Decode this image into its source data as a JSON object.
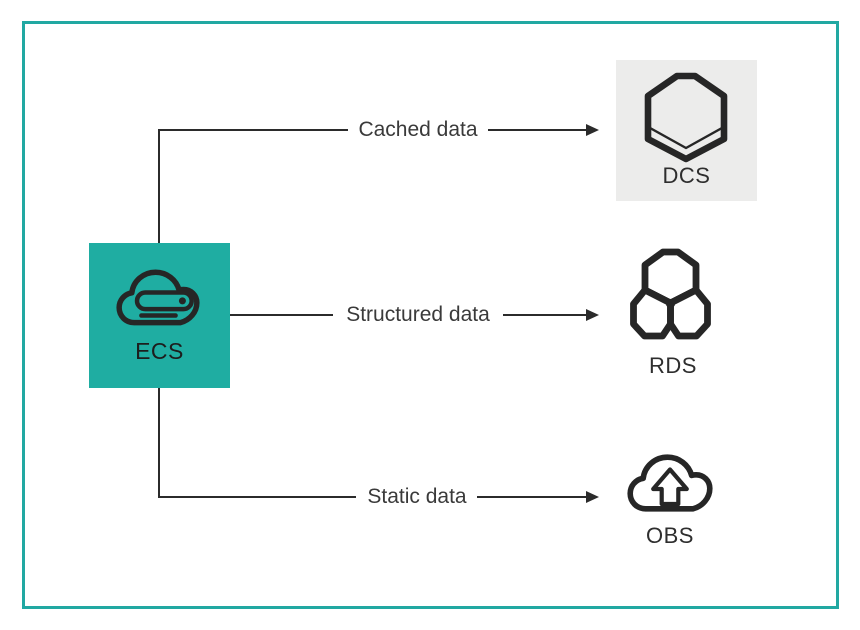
{
  "diagram": {
    "source": {
      "name": "ECS",
      "icon": "cloud-server-icon"
    },
    "flows": [
      {
        "label": "Cached data",
        "target": {
          "name": "DCS",
          "icon": "hexagon-slab-icon",
          "boxed": true
        }
      },
      {
        "label": "Structured data",
        "target": {
          "name": "RDS",
          "icon": "honeycomb-dot-icon",
          "boxed": false
        }
      },
      {
        "label": "Static data",
        "target": {
          "name": "OBS",
          "icon": "cloud-upload-arrow-icon",
          "boxed": false
        }
      }
    ],
    "colors": {
      "frame_border": "#21a8a2",
      "source_fill": "#1fada2",
      "dcs_box_fill": "#ececeb",
      "line": "#2b2b2b",
      "flow_label": "#3a3a3a",
      "node_label": "#2e2e2e",
      "icon_stroke": "#262626",
      "background": "#ffffff"
    }
  }
}
